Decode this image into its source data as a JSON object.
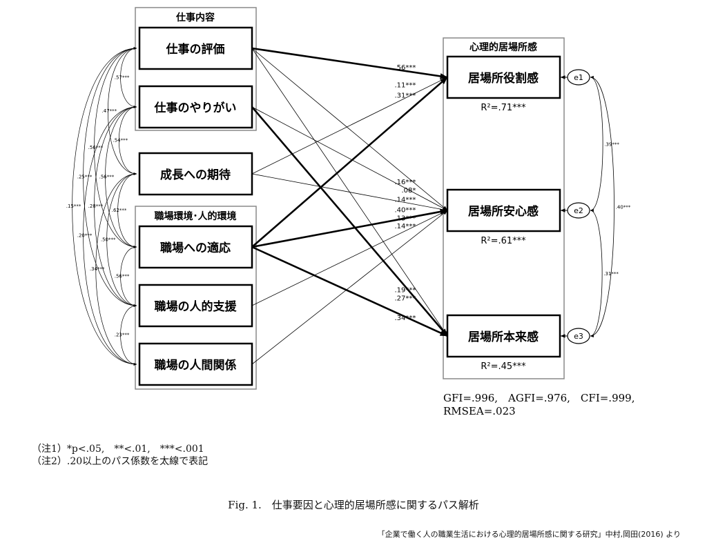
{
  "groups": {
    "job_content": "仕事内容",
    "workplace_env": "職場環境･人的環境",
    "belonging": "心理的居場所感"
  },
  "predictors": [
    "仕事の評価",
    "仕事のやりがい",
    "成長への期待",
    "職場への適応",
    "職場の人的支援",
    "職場の人間関係"
  ],
  "outcomes": [
    {
      "label": "居場所役割感",
      "r2": "R²=.71***",
      "error": "e1"
    },
    {
      "label": "居場所安心感",
      "r2": "R²=.61***",
      "error": "e2"
    },
    {
      "label": "居場所本来感",
      "r2": "R²=.45***",
      "error": "e3"
    }
  ],
  "paths": [
    {
      "from": 0,
      "to": 0,
      "coef": ".56***",
      "bold": true
    },
    {
      "from": 0,
      "to": 1,
      "coef": ".16***",
      "bold": false
    },
    {
      "from": 0,
      "to": 2,
      "coef": ".19***",
      "bold": false
    },
    {
      "from": 1,
      "to": 1,
      "coef": ".08*",
      "bold": false
    },
    {
      "from": 1,
      "to": 2,
      "coef": ".27***",
      "bold": true
    },
    {
      "from": 2,
      "to": 0,
      "coef": ".11***",
      "bold": false
    },
    {
      "from": 2,
      "to": 1,
      "coef": ".14***",
      "bold": false
    },
    {
      "from": 3,
      "to": 0,
      "coef": ".31***",
      "bold": true
    },
    {
      "from": 3,
      "to": 1,
      "coef": ".40***",
      "bold": true
    },
    {
      "from": 3,
      "to": 2,
      "coef": ".34***",
      "bold": true
    },
    {
      "from": 4,
      "to": 1,
      "coef": ".13***",
      "bold": false
    },
    {
      "from": 5,
      "to": 1,
      "coef": ".14***",
      "bold": false
    }
  ],
  "correlations": [
    {
      "a": 0,
      "b": 1,
      "coef": ".57***"
    },
    {
      "a": 0,
      "b": 2,
      "coef": ".47***"
    },
    {
      "a": 0,
      "b": 3,
      "coef": ".56***"
    },
    {
      "a": 0,
      "b": 4,
      "coef": ".25***"
    },
    {
      "a": 0,
      "b": 5,
      "coef": ".15***"
    },
    {
      "a": 1,
      "b": 2,
      "coef": ".54***"
    },
    {
      "a": 1,
      "b": 3,
      "coef": ".56***"
    },
    {
      "a": 1,
      "b": 4,
      "coef": ".28***"
    },
    {
      "a": 1,
      "b": 5,
      "coef": ".20***"
    },
    {
      "a": 2,
      "b": 3,
      "coef": ".62***"
    },
    {
      "a": 2,
      "b": 4,
      "coef": ".50***"
    },
    {
      "a": 2,
      "b": 5,
      "coef": ".34***"
    },
    {
      "a": 3,
      "b": 4,
      "coef": ".56***"
    },
    {
      "a": 4,
      "b": 5,
      "coef": ".23***"
    }
  ],
  "error_correlations": [
    {
      "a": 0,
      "b": 1,
      "coef": ".39***"
    },
    {
      "a": 1,
      "b": 2,
      "coef": ".31***"
    },
    {
      "a": 0,
      "b": 2,
      "coef": ".40***"
    }
  ],
  "fit": {
    "line1": "GFI=.996,　AGFI=.976,　CFI=.999,",
    "line2": "RMSEA=.023"
  },
  "notes": {
    "note1": "（注1）*p<.05,　**<.01,　***<.001",
    "note2": "（注2）.20以上のパス係数を太線で表記"
  },
  "caption": "Fig. 1.　仕事要因と心理的居場所感に関するパス解析",
  "source": "「企業で働く人の職業生活における心理的居場所感に関する研究」中村,岡田(2016) より"
}
